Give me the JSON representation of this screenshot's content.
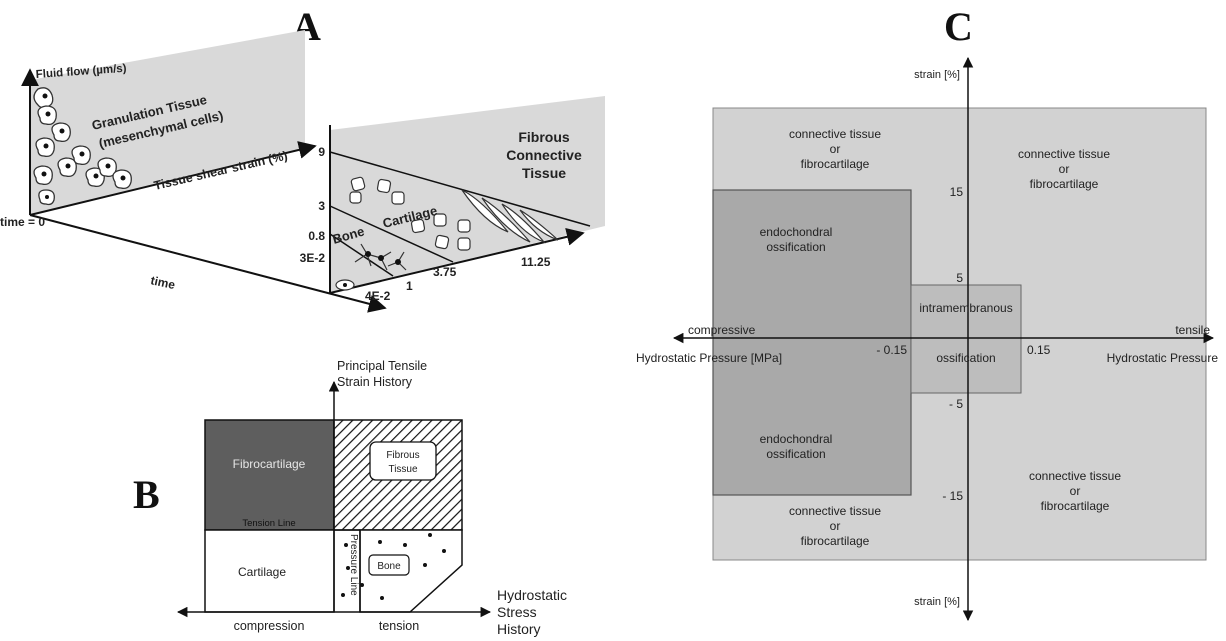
{
  "panels": {
    "a": {
      "letter": "A",
      "y_axis_label": "Fluid flow (µm/s)",
      "z_axis_label": "Tissue shear strain (%)",
      "time_zero_label": "time = 0",
      "time_axis_label": "time",
      "granulation_line1": "Granulation Tissue",
      "granulation_line2": "(mesenchymal cells)",
      "fibrous_line1": "Fibrous",
      "fibrous_line2": "Connective",
      "fibrous_line3": "Tissue",
      "cartilage_label": "Cartilage",
      "bone_label": "Bone",
      "y_ticks": [
        "9",
        "3",
        "0.8",
        "3E-2"
      ],
      "x_ticks": [
        "4E-2",
        "1",
        "3.75",
        "11.25"
      ]
    },
    "b": {
      "letter": "B",
      "y_axis_label_line1": "Principal Tensile",
      "y_axis_label_line2": "Strain History",
      "x_axis_label_line1": "Hydrostatic",
      "x_axis_label_line2": "Stress",
      "x_axis_label_line3": "History",
      "compression_label": "compression",
      "tension_label": "tension",
      "fibrocartilage_label": "Fibrocartilage",
      "tension_line_label": "Tension Line",
      "fibrous_line1": "Fibrous",
      "fibrous_line2": "Tissue",
      "cartilage_label": "Cartilage",
      "pressure_line_label": "Pressure Line",
      "bone_label": "Bone"
    },
    "c": {
      "letter": "C",
      "strain_top_label": "strain  [%]",
      "strain_bottom_label": "strain  [%]",
      "compressive_label": "compressive",
      "tensile_label": "tensile",
      "hp_left_label": "Hydrostatic Pressure [MPa]",
      "hp_right_label": "Hydrostatic Pressure",
      "tick_neg_015": "- 0.15",
      "tick_pos_015": "0.15",
      "tick_15": "15",
      "tick_5": "5",
      "tick_neg5": "- 5",
      "tick_neg15": "- 15",
      "ct_line1": "connective tissue",
      "ct_line2": "or",
      "ct_line3": "fibrocartilage",
      "endo_line1": "endochondral",
      "endo_line2": "ossification",
      "intra_line1": "intramembranous",
      "intra_line2": "ossification"
    }
  },
  "colors": {
    "dark_gray": "#5e5e5e",
    "light_gray": "#d2d2d2",
    "mid_gray": "#a9a9a9",
    "intra_gray": "#bdbdbd",
    "plane_gray": "#d9d9d9"
  }
}
